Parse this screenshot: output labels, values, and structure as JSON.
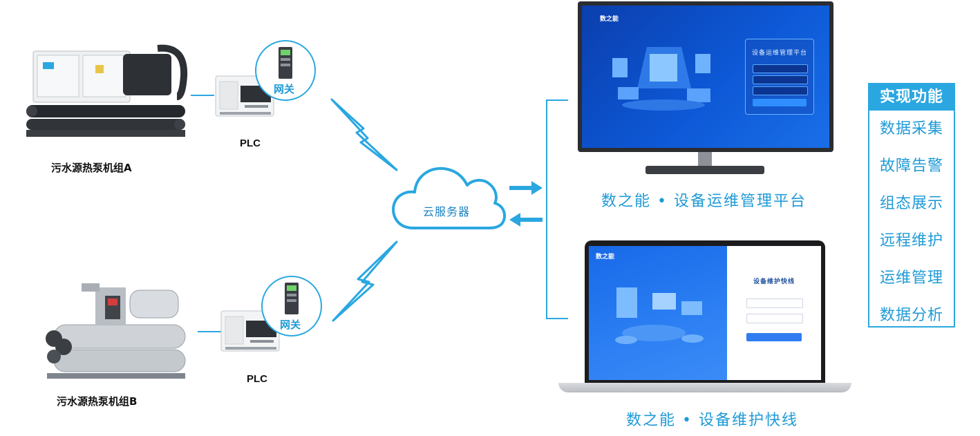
{
  "units": {
    "a": {
      "name": "污水源热泵机组A",
      "plc": "PLC",
      "gateway": "网关"
    },
    "b": {
      "name": "污水源热泵机组B",
      "plc": "PLC",
      "gateway": "网关"
    }
  },
  "cloud": {
    "label": "云服务器"
  },
  "platforms": {
    "web": {
      "title": "数之能 • 设备运维管理平台",
      "brand": "数之能",
      "login_title": "设备运维管理平台"
    },
    "app": {
      "title": "数之能 • 设备维护快线",
      "brand": "数之能",
      "login_title": "设备维护快线"
    }
  },
  "functions": {
    "header": "实现功能",
    "items": [
      "数据采集",
      "故障告警",
      "组态展示",
      "远程维护",
      "运维管理",
      "数据分析"
    ]
  },
  "colors": {
    "accent": "#2aa7e0",
    "text_blue": "#1f9ad6",
    "screen_blue": "#0d58d6"
  }
}
